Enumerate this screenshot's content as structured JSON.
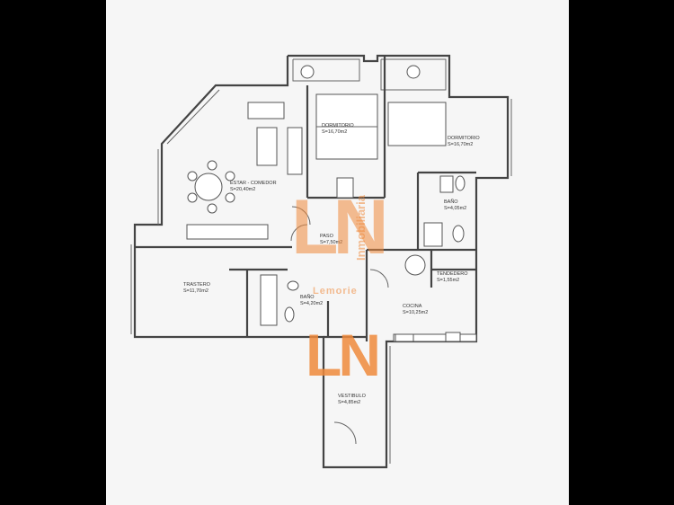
{
  "rooms": [
    {
      "id": "estar",
      "name": "ESTAR - COMEDOR",
      "area": "S=20,40m2"
    },
    {
      "id": "dorm1",
      "name": "DORMITORIO",
      "area": "S=16,70m2"
    },
    {
      "id": "dorm2",
      "name": "DORMITORIO",
      "area": "S=16,70m2"
    },
    {
      "id": "bano1",
      "name": "BAÑO",
      "area": "S=4,05m2"
    },
    {
      "id": "paso",
      "name": "PASO",
      "area": "S=7,50m2"
    },
    {
      "id": "trastero",
      "name": "TRASTERO",
      "area": "S=11,70m2"
    },
    {
      "id": "bano2",
      "name": "BAÑO",
      "area": "S=4,20m2"
    },
    {
      "id": "tendedero",
      "name": "TENDEDERO",
      "area": "S=1,55m2"
    },
    {
      "id": "cocina",
      "name": "COCINA",
      "area": "S=10,25m2"
    },
    {
      "id": "vestibulo",
      "name": "VESTIBULO",
      "area": "S=4,85m2"
    }
  ],
  "watermark": {
    "logo_top": "LN",
    "text_vertical": "Inmobiliaria",
    "text_horizontal": "Lemorie",
    "logo_bottom": "LN",
    "color": "#f08a3c"
  }
}
